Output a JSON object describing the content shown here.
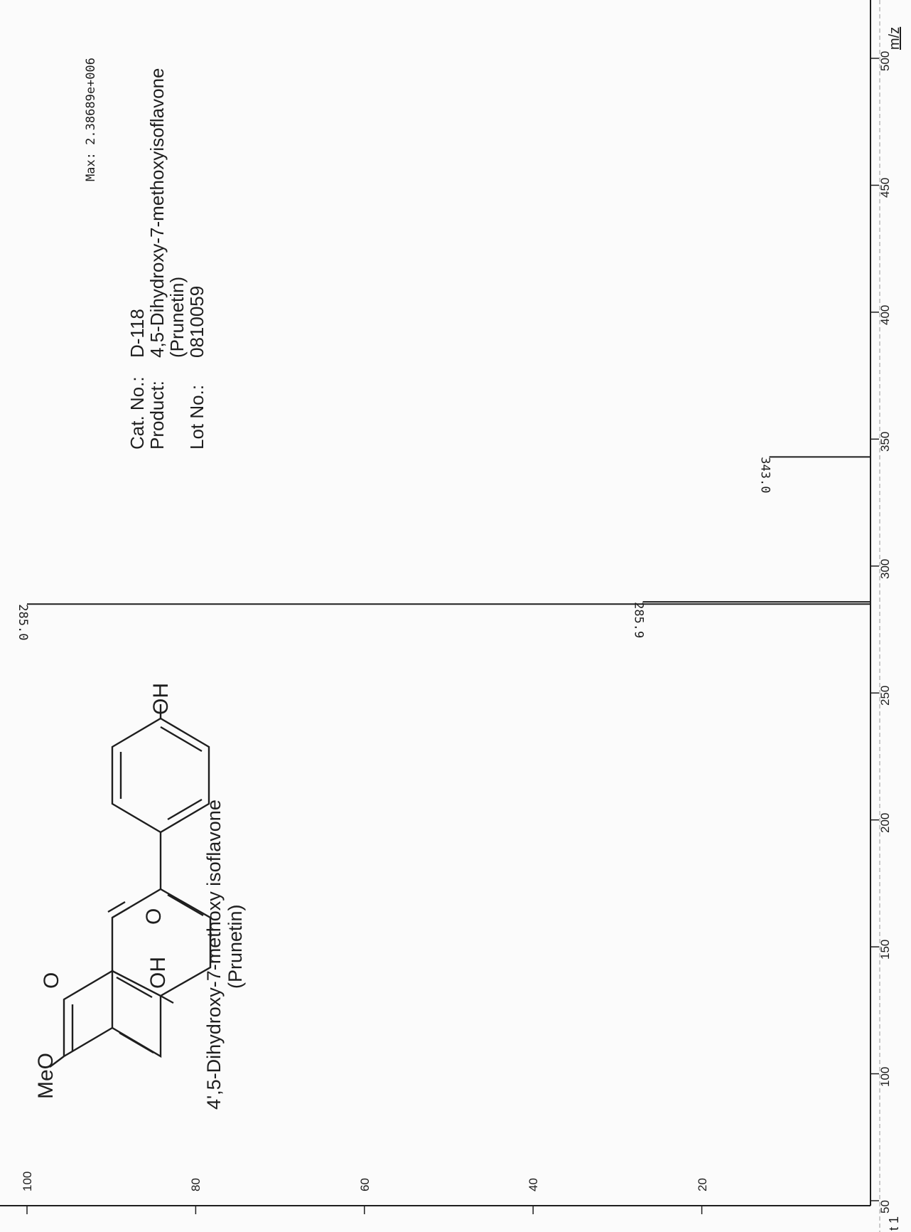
{
  "header": {
    "max_label": "Max: 2.38689e+006",
    "cat_no_label": "Cat. No.:",
    "cat_no_value": "D-118",
    "product_label": "Product:",
    "product_value": "4,5-Dihydroxy-7-methoxyisoflavone",
    "product_alt": "(Prunetin)",
    "lot_no_label": "Lot No.:",
    "lot_no_value": "0810059"
  },
  "structure": {
    "meo_label": "MeO",
    "oh_a_label": "OH",
    "o_carbonyl_label": "O",
    "o_ring_label": "O",
    "oh_b_label": "OH",
    "caption": "4',5-Dihydroxy-7-methoxy isoflavone",
    "caption_alt": "(Prunetin)"
  },
  "colors": {
    "ink": "#1e1e1e",
    "paper": "#fbfbfb"
  },
  "chart_data": {
    "type": "bar",
    "xlabel": "m/z",
    "xlim": [
      50,
      500
    ],
    "ylim": [
      0,
      100
    ],
    "x_ticks": [
      "50",
      "100",
      "150",
      "200",
      "250",
      "300",
      "350",
      "400",
      "450",
      "500"
    ],
    "y_ticks": [
      "20",
      "40",
      "60",
      "80",
      "100"
    ],
    "peaks": [
      {
        "mz": 285.0,
        "intensity": 100,
        "label": "285.0"
      },
      {
        "mz": 285.9,
        "intensity": 27,
        "label": "285.9"
      },
      {
        "mz": 343.0,
        "intensity": 12,
        "label": "343.0"
      }
    ],
    "corner_label": "t 1"
  }
}
